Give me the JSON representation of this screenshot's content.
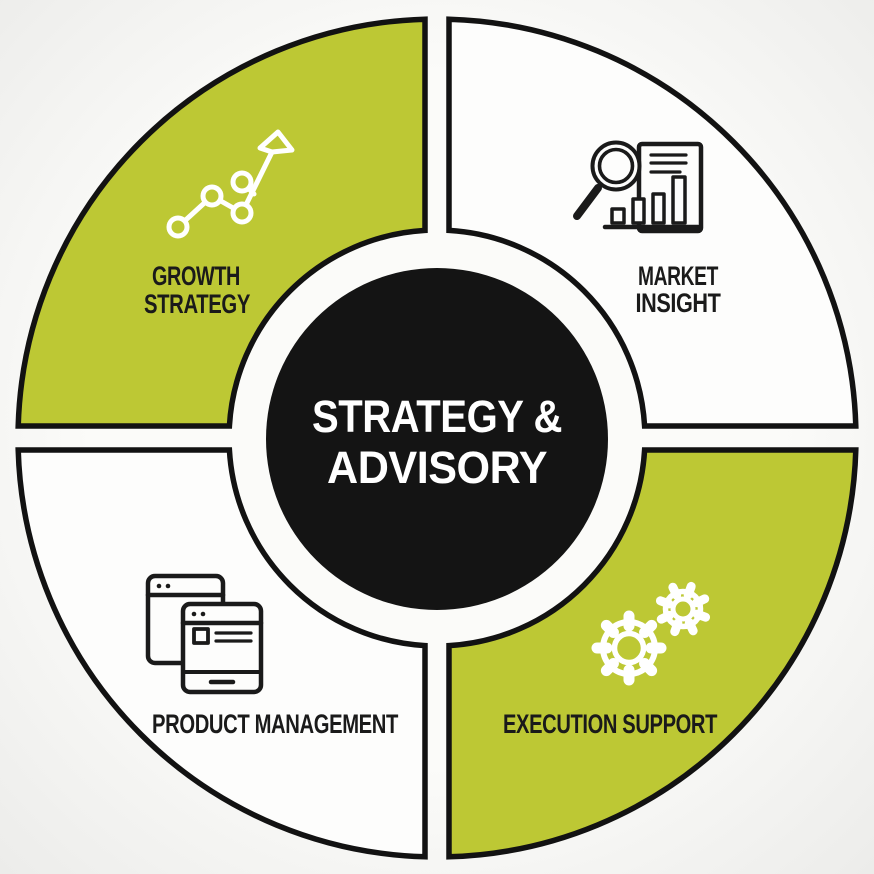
{
  "diagram_title": "STRATEGY & ADVISORY",
  "center": {
    "shape": "black-disc",
    "lines": [
      "STRATEGY &",
      "ADVISORY"
    ]
  },
  "segments": [
    {
      "id": "growth-strategy",
      "position": "top-left",
      "fill": "green",
      "lines": [
        "GROWTH",
        "STRATEGY"
      ],
      "icon": "growth-arrow-chart-icon"
    },
    {
      "id": "market-insight",
      "position": "top-right",
      "fill": "white",
      "lines": [
        "MARKET",
        "INSIGHT"
      ],
      "icon": "magnifier-bar-chart-icon"
    },
    {
      "id": "product-management",
      "position": "bottom-left",
      "fill": "white",
      "lines": [
        "PRODUCT MANAGEMENT"
      ],
      "icon": "browser-windows-icon"
    },
    {
      "id": "execution-support",
      "position": "bottom-right",
      "fill": "green",
      "lines": [
        "EXECUTION SUPPORT"
      ],
      "icon": "gears-icon"
    }
  ],
  "colors": {
    "seg_green": "#bdc834",
    "seg_white": "#fdfdfc",
    "ink": "#121212",
    "center_fill": "#141414",
    "center_text": "#ffffff",
    "label_ink": "#1a1a1a",
    "icon_light": "#ffffff",
    "icon_dark": "#1a1a1a"
  }
}
